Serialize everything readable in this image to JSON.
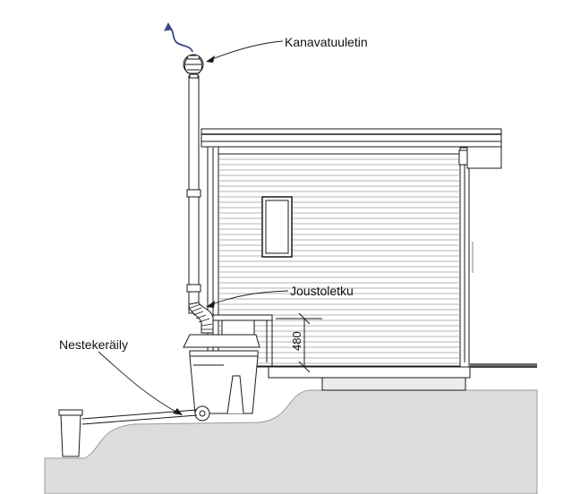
{
  "diagram": {
    "labels": {
      "vent": "Kanavatuuletin",
      "hose": "Joustoletku",
      "collector": "Nestekeräily"
    },
    "dimension": "480",
    "colors": {
      "line": "#1a1a1a",
      "ground": "#dcdcdc",
      "arrow": "#3b4a8a"
    }
  }
}
